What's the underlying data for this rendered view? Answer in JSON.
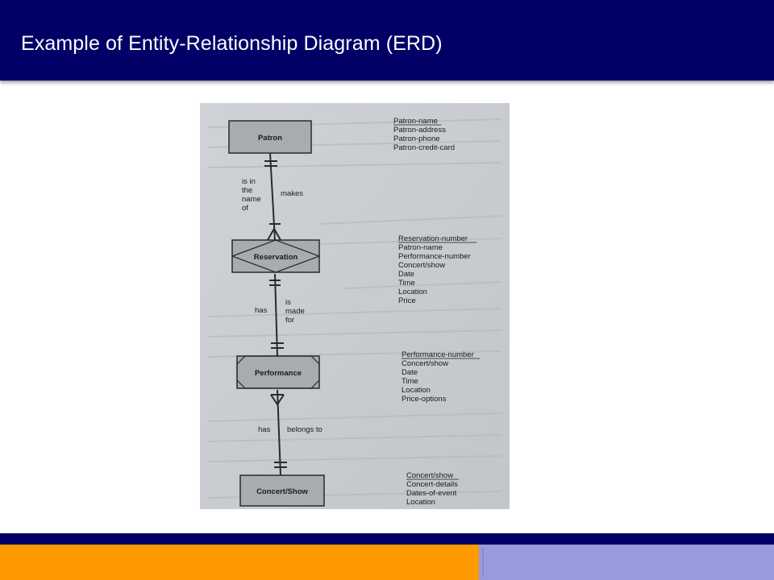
{
  "slide": {
    "title": "Example of Entity-Relationship Diagram (ERD)"
  },
  "colors": {
    "header": "#000066",
    "footer_orange": "#ff9900",
    "footer_lavender": "#9999dd",
    "photo_background": "#c9ccd1",
    "entity_fill": "#a8abb0"
  },
  "erd": {
    "entities": [
      {
        "name": "Patron",
        "attributes": [
          "Patron-name",
          "Patron-address",
          "Patron-phone",
          "Patron-credit-card"
        ]
      },
      {
        "name": "Reservation",
        "attributes": [
          "Reservation-number",
          "Patron-name",
          "Performance-number",
          "Concert/show",
          "Date",
          "Time",
          "Location",
          "Price"
        ]
      },
      {
        "name": "Performance",
        "attributes": [
          "Performance-number",
          "Concert/show",
          "Date",
          "Time",
          "Location",
          "Price-options"
        ]
      },
      {
        "name": "Concert/Show",
        "attributes": [
          "Concert/show",
          "Concert-details",
          "Dates-of-event",
          "Location"
        ]
      }
    ],
    "relationships": [
      {
        "left_label": [
          "is in",
          "the",
          "name",
          "of"
        ],
        "right_label": [
          "makes"
        ]
      },
      {
        "left_label": [
          "has"
        ],
        "right_label": [
          "is",
          "made",
          "for"
        ]
      },
      {
        "left_label": [
          "has"
        ],
        "right_label": [
          "belongs to"
        ]
      }
    ]
  }
}
